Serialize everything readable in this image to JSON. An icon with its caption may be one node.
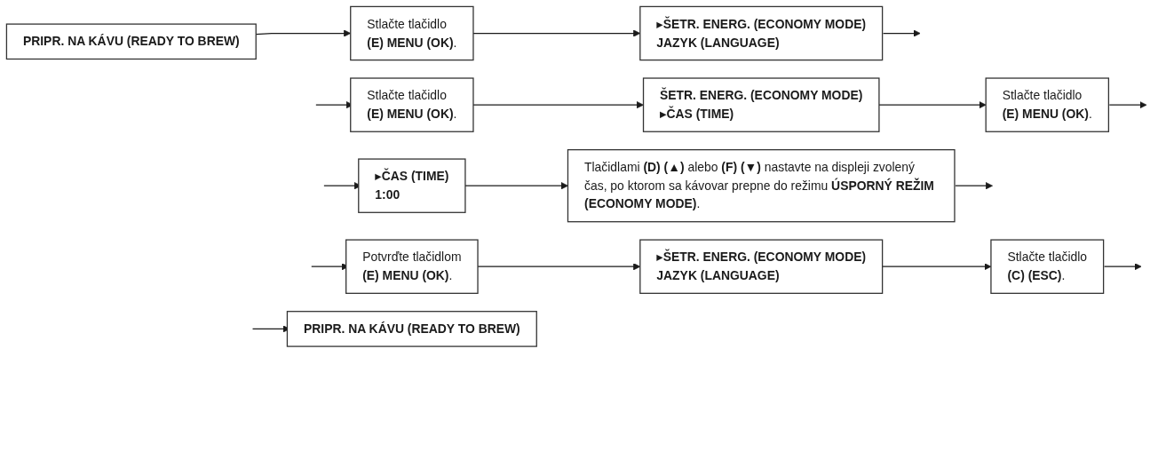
{
  "diagram": {
    "nodes": [
      {
        "text": [
          "PRIPR. NA KÁVU (READY TO BREW)"
        ]
      },
      {
        "text": [
          "Stlačte tlačidlo **(E) MENU (OK)**."
        ]
      },
      {
        "text": [
          "▸ŠETR. ENERG. (ECONOMY MODE)",
          "JAZYK (LANGUAGE)"
        ]
      },
      {
        "text": [
          "Stlačte tlačidlo **(E) MENU (OK)**."
        ]
      },
      {
        "text": [
          "ŠETR. ENERG. (ECONOMY MODE)",
          "▸ČAS (TIME)"
        ]
      },
      {
        "text": [
          "Stlačte tlačidlo **(E) MENU (OK)**."
        ]
      },
      {
        "text": [
          "▸ČAS (TIME)",
          "1:00"
        ]
      },
      {
        "text": [
          "Tlačidlami **(D) (▲)** alebo **(F) (▼)** nastavte na displeji zvolený čas, po ktorom sa kávovar prepne do režimu **ÚSPORNÝ REŽIM (ECONOMY MODE)**."
        ]
      },
      {
        "text": [
          "Potvrďte tlačidlom **(E) MENU (OK)**."
        ]
      },
      {
        "text": [
          "▸ŠETR. ENERG. (ECONOMY MODE)",
          "JAZYK (LANGUAGE)"
        ]
      },
      {
        "text": [
          "Stlačte tlačidlo **(C) (ESC)**."
        ]
      },
      {
        "text": [
          "PRIPR. NA KÁVU (READY TO BREW)"
        ]
      }
    ],
    "edges": [
      {
        "from": 0,
        "to": 1,
        "arrow": "to"
      },
      {
        "from": 1,
        "to": 2,
        "arrow": "to"
      },
      {
        "from": 2,
        "to": null,
        "arrow": "to"
      },
      {
        "from": null,
        "to": 3,
        "arrow": "to"
      },
      {
        "from": 3,
        "to": 4,
        "arrow": "to"
      },
      {
        "from": 4,
        "to": 5,
        "arrow": "to"
      },
      {
        "from": 5,
        "to": null,
        "arrow": "to"
      },
      {
        "from": null,
        "to": 6,
        "arrow": "to"
      },
      {
        "from": 6,
        "to": 7,
        "arrow": "to"
      },
      {
        "from": 7,
        "to": null,
        "arrow": "to"
      },
      {
        "from": null,
        "to": 8,
        "arrow": "to"
      },
      {
        "from": 8,
        "to": 9,
        "arrow": "to"
      },
      {
        "from": 9,
        "to": 10,
        "arrow": "to"
      },
      {
        "from": 10,
        "to": null,
        "arrow": "to"
      },
      {
        "from": null,
        "to": 11,
        "arrow": "to"
      }
    ]
  }
}
